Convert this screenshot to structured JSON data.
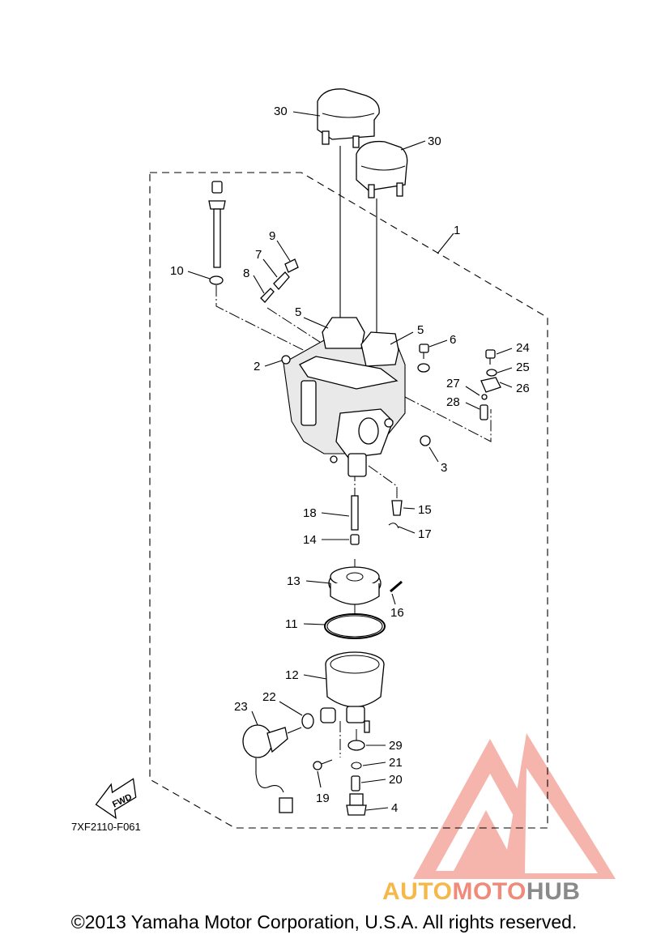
{
  "diagram": {
    "part_code": "7XF2110-F061",
    "fwd_label": "FWD",
    "callouts": [
      {
        "id": "c30a",
        "text": "30"
      },
      {
        "id": "c30b",
        "text": "30"
      },
      {
        "id": "c1",
        "text": "1"
      },
      {
        "id": "c9",
        "text": "9"
      },
      {
        "id": "c7",
        "text": "7"
      },
      {
        "id": "c8",
        "text": "8"
      },
      {
        "id": "c10",
        "text": "10"
      },
      {
        "id": "c5a",
        "text": "5"
      },
      {
        "id": "c5b",
        "text": "5"
      },
      {
        "id": "c6",
        "text": "6"
      },
      {
        "id": "c24",
        "text": "24"
      },
      {
        "id": "c25",
        "text": "25"
      },
      {
        "id": "c26",
        "text": "26"
      },
      {
        "id": "c27",
        "text": "27"
      },
      {
        "id": "c28",
        "text": "28"
      },
      {
        "id": "c2",
        "text": "2"
      },
      {
        "id": "c3",
        "text": "3"
      },
      {
        "id": "c18",
        "text": "18"
      },
      {
        "id": "c15",
        "text": "15"
      },
      {
        "id": "c14",
        "text": "14"
      },
      {
        "id": "c17",
        "text": "17"
      },
      {
        "id": "c13",
        "text": "13"
      },
      {
        "id": "c16",
        "text": "16"
      },
      {
        "id": "c11",
        "text": "11"
      },
      {
        "id": "c12",
        "text": "12"
      },
      {
        "id": "c22",
        "text": "22"
      },
      {
        "id": "c23",
        "text": "23"
      },
      {
        "id": "c29",
        "text": "29"
      },
      {
        "id": "c21",
        "text": "21"
      },
      {
        "id": "c20",
        "text": "20"
      },
      {
        "id": "c19",
        "text": "19"
      },
      {
        "id": "c4",
        "text": "4"
      }
    ]
  },
  "watermark": {
    "brand_part1": "AUTO",
    "brand_part2": "MOTO",
    "brand_part3": "HUB",
    "color_part1": "#f5b84a",
    "color_part2": "#f08a7a",
    "color_part3": "#8a8a8a"
  },
  "footer": {
    "copyright": "©2013 Yamaha Motor Corporation, U.S.A. All rights reserved."
  }
}
